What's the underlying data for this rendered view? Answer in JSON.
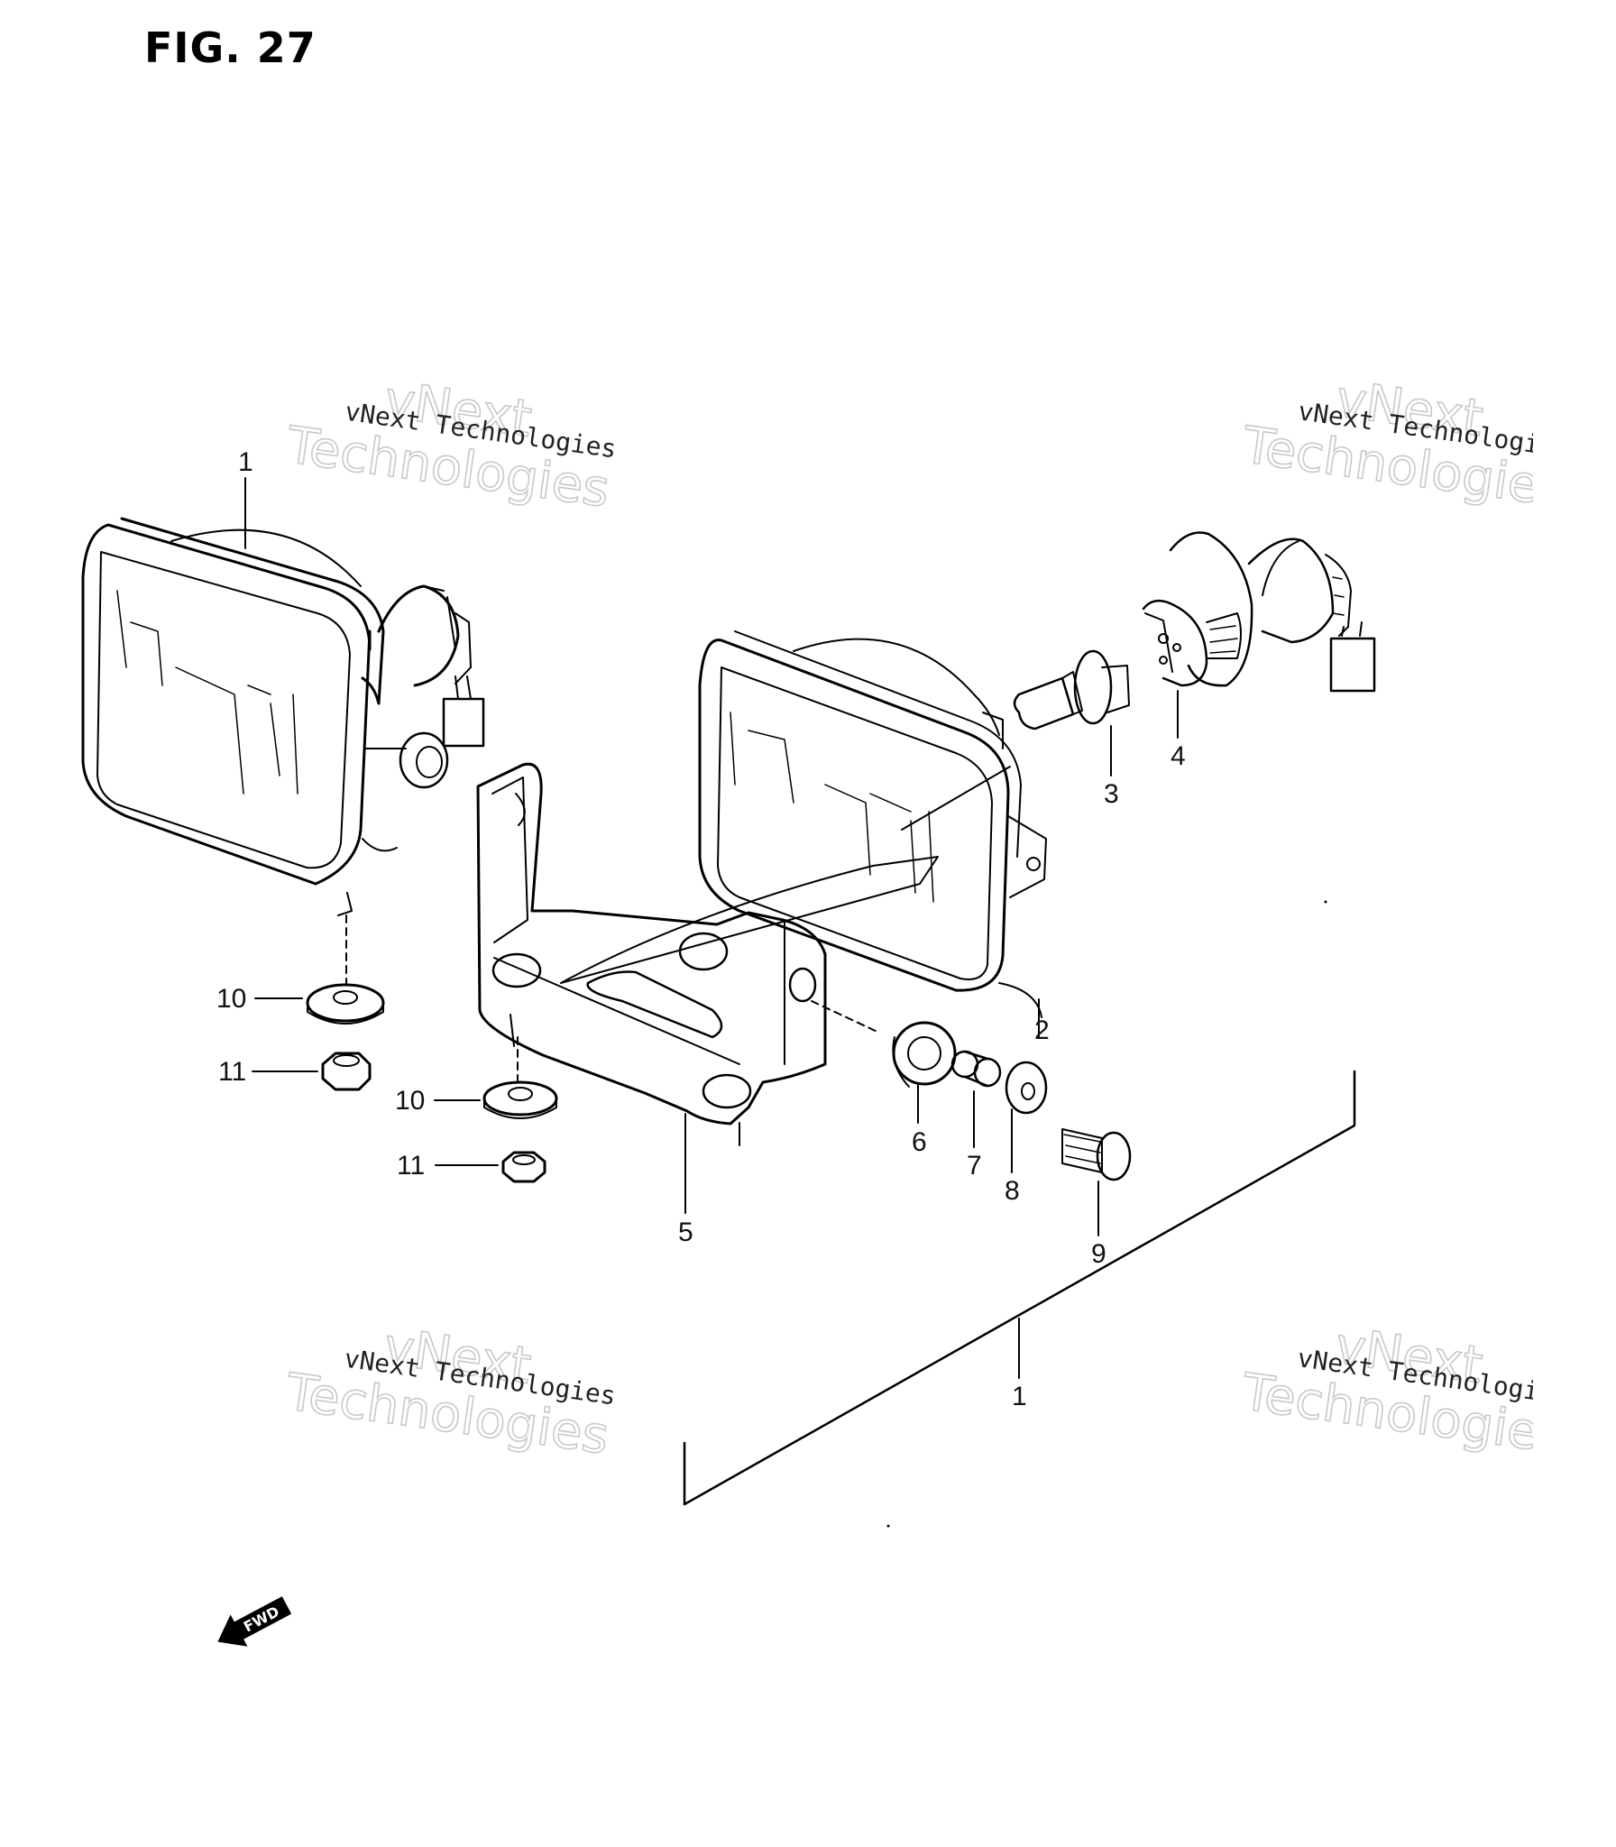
{
  "figure": {
    "title": "FIG. 27"
  },
  "callouts": {
    "headlamp_left": "1",
    "headlamp_right": "2",
    "bulb": "3",
    "socket": "4",
    "bracket": "5",
    "grommet": "6",
    "collar": "7",
    "washer": "8",
    "bolt": "9",
    "lock_washer_left": "10",
    "nut_left": "11",
    "lock_washer_center": "10",
    "nut_center": "11",
    "assembly": "1"
  },
  "watermark": {
    "line_small": "vNext Technologies",
    "line_big_1": "vNext",
    "line_big_2": "Technologies"
  },
  "direction_marker": {
    "label": "FWD"
  }
}
